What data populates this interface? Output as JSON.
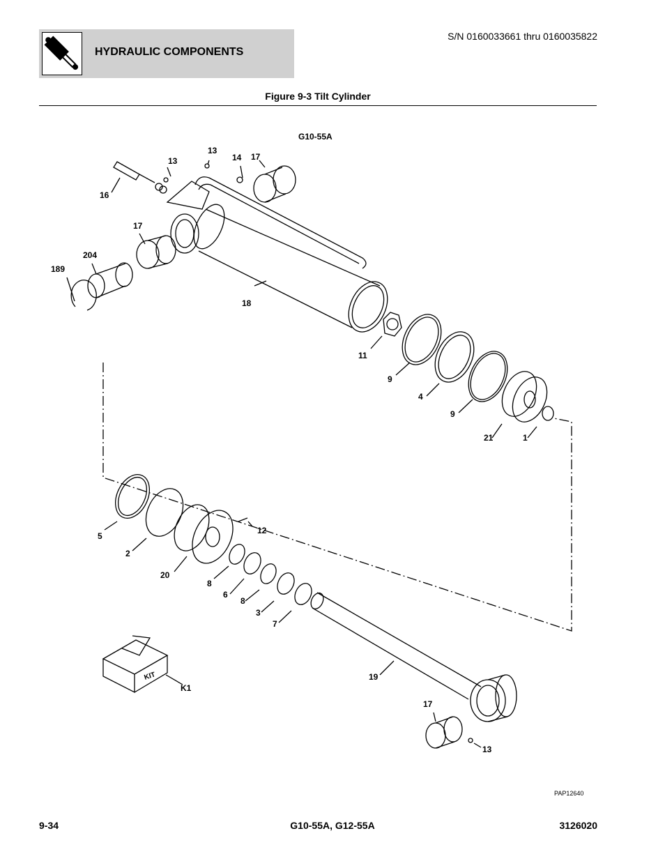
{
  "header": {
    "section_title": "HYDRAULIC COMPONENTS",
    "serial_range": "S/N 0160033661 thru 0160035822",
    "icon": "hydraulic-cylinder-icon"
  },
  "figure": {
    "title": "Figure 9-3 Tilt Cylinder",
    "model_label": "G10-55A",
    "image_code": "PAP12640",
    "callouts": {
      "c16": "16",
      "c13a": "13",
      "c13b": "13",
      "c14": "14",
      "c17a": "17",
      "c17b": "17",
      "c204": "204",
      "c189": "189",
      "c18": "18",
      "c11": "11",
      "c9a": "9",
      "c4": "4",
      "c9b": "9",
      "c21": "21",
      "c1": "1",
      "c5": "5",
      "c2": "2",
      "c12": "12",
      "c20": "20",
      "c8a": "8",
      "c6": "6",
      "c8b": "8",
      "c3": "3",
      "c7": "7",
      "c19": "19",
      "cK1": "K1",
      "c17c": "17",
      "c13c": "13"
    },
    "kit_label": "KIT"
  },
  "footer": {
    "page_number": "9-34",
    "models": "G10-55A, G12-55A",
    "doc_number": "3126020"
  }
}
